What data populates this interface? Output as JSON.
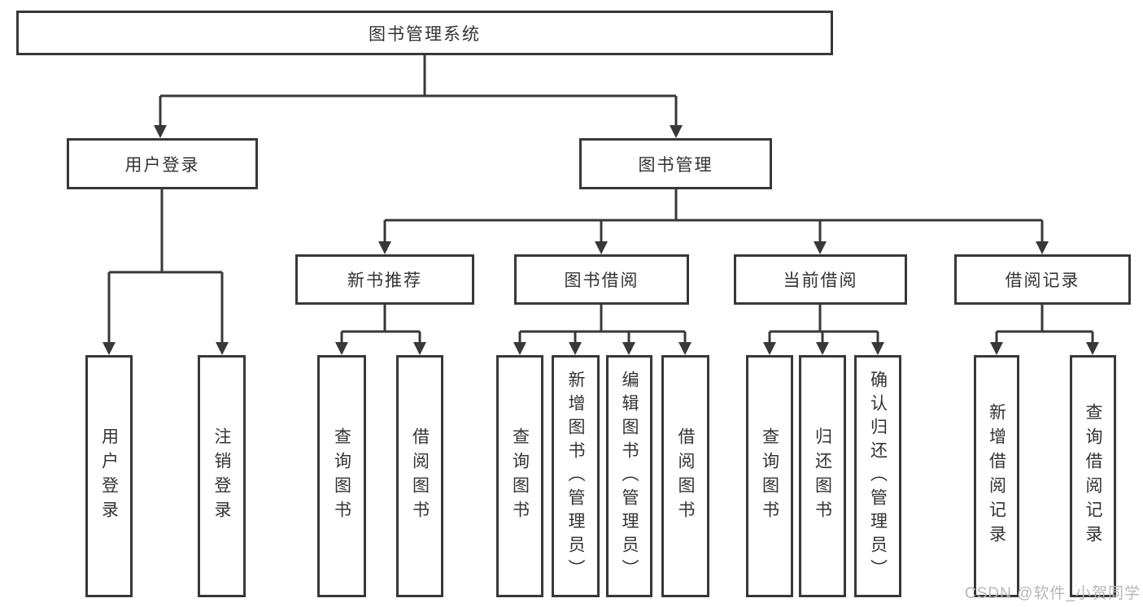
{
  "tree": {
    "label": "图书管理系统",
    "children": [
      {
        "label": "用户登录",
        "children": [
          {
            "label": "用户登录"
          },
          {
            "label": "注销登录"
          }
        ]
      },
      {
        "label": "图书管理",
        "children": [
          {
            "label": "新书推荐",
            "children": [
              {
                "label": "查询图书"
              },
              {
                "label": "借阅图书"
              }
            ]
          },
          {
            "label": "图书借阅",
            "children": [
              {
                "label": "查询图书"
              },
              {
                "label": "新增图书（管理员）"
              },
              {
                "label": "编辑图书（管理员）"
              },
              {
                "label": "借阅图书"
              }
            ]
          },
          {
            "label": "当前借阅",
            "children": [
              {
                "label": "查询图书"
              },
              {
                "label": "归还图书"
              },
              {
                "label": "确认归还（管理员）"
              }
            ]
          },
          {
            "label": "借阅记录",
            "children": [
              {
                "label": "新增借阅记录"
              },
              {
                "label": "查询借阅记录"
              }
            ]
          }
        ]
      }
    ]
  },
  "watermark": {
    "text": "CSDN @软件_小贺同学"
  },
  "colors": {
    "line": "#383838",
    "text": "#333333",
    "watermark": "#b7b7b7",
    "background": "#ffffff"
  }
}
